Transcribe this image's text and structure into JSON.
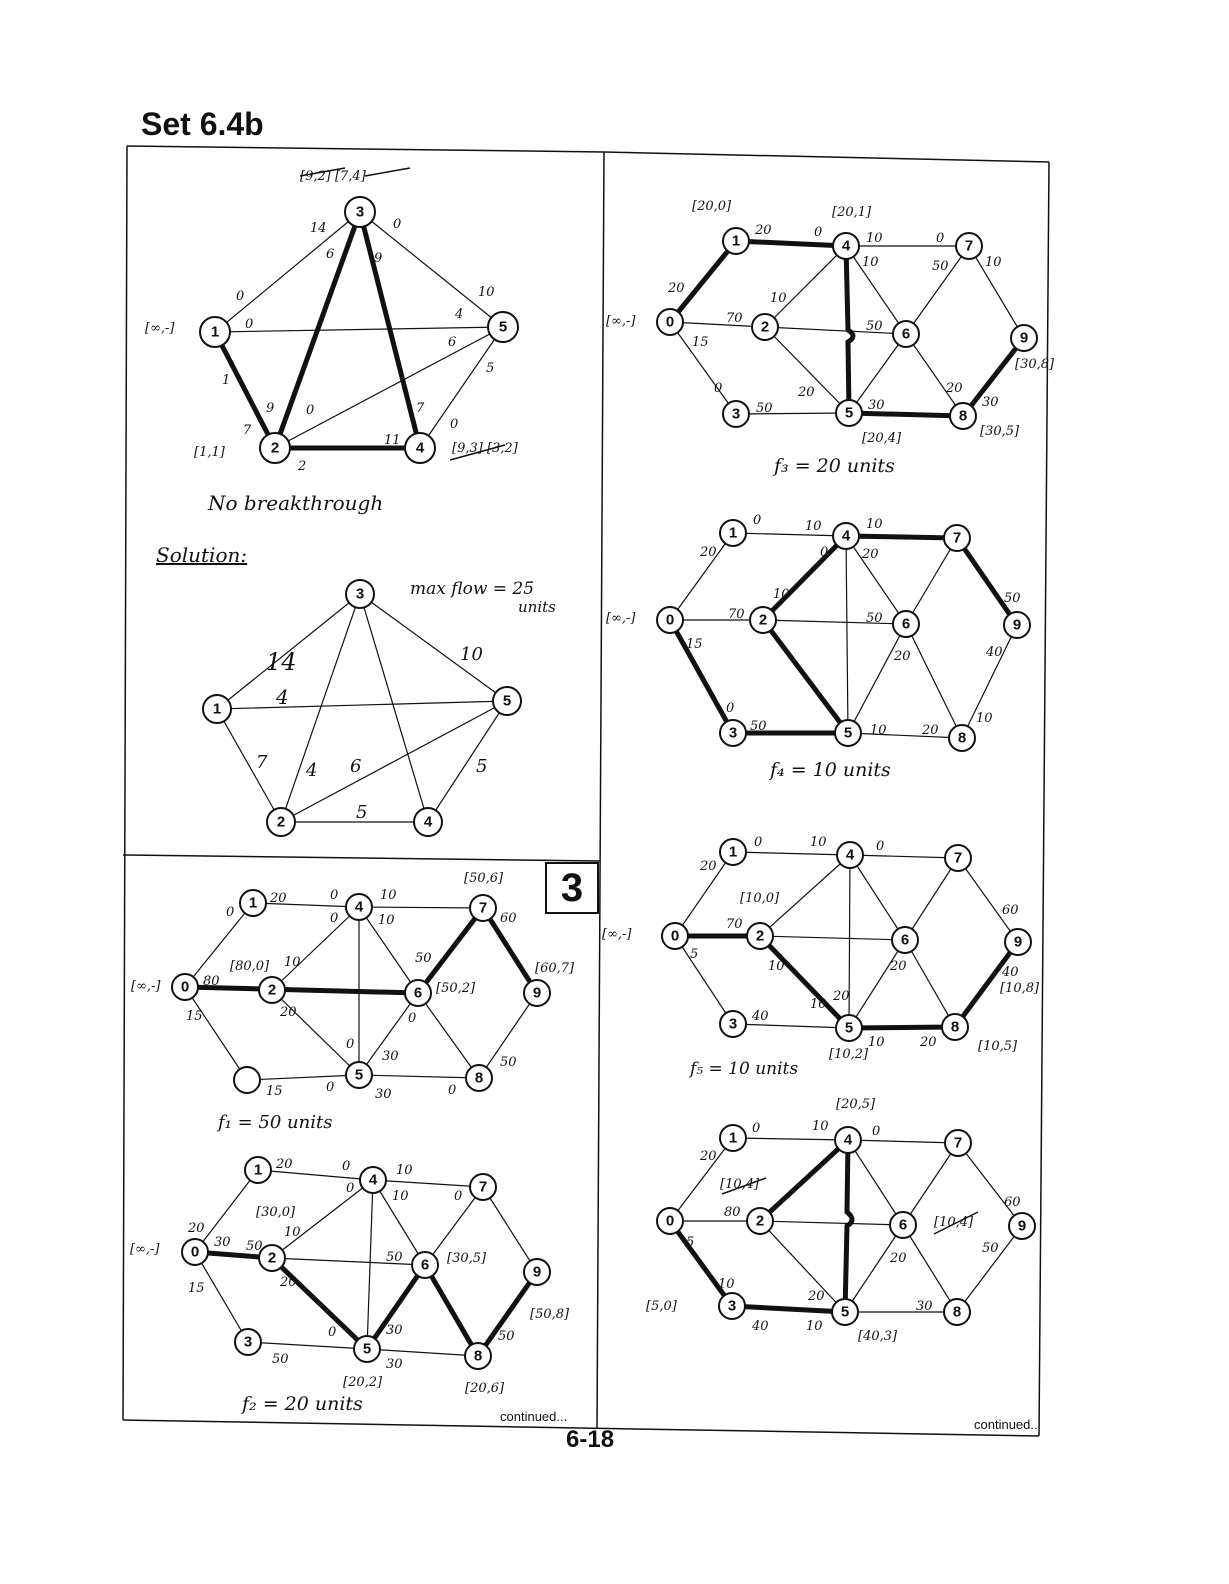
{
  "title": "Set 6.4b",
  "page_number": "6-18",
  "continued_left": "continued...",
  "continued_right": "continued...",
  "big_label": "3",
  "labels": {
    "no_breakthrough": "No breakthrough",
    "solution": "Solution:",
    "max_flow": "max flow = 25",
    "max_flow_units": "units",
    "f1": "f₁ = 50 units",
    "f2": "f₂ = 20 units",
    "f3": "f₃ = 20 units",
    "f4": "f₄ = 10 units",
    "f5": "f₅ = 10 units"
  },
  "diagrams": [
    {
      "id": "no-breakthrough",
      "nodes": [
        {
          "n": "1",
          "tag": "[∞,-]"
        },
        {
          "n": "2",
          "tag": "[1,1]"
        },
        {
          "n": "3",
          "tag": "[9,2] [7,4]",
          "struck": true
        },
        {
          "n": "4",
          "tag": "[9,3] [3,2]",
          "struck": true
        },
        {
          "n": "5",
          "tag": ""
        }
      ],
      "edge_labels": [
        "14",
        "0",
        "6",
        "9",
        "0",
        "10",
        "4",
        "0",
        "6",
        "5",
        "1",
        "9",
        "7",
        "0",
        "7",
        "11",
        "2",
        "0"
      ]
    },
    {
      "id": "solution",
      "nodes": [
        "1",
        "2",
        "3",
        "4",
        "5"
      ],
      "edge_labels": [
        "14",
        "4",
        "7",
        "10",
        "4",
        "6",
        "5",
        "5"
      ]
    },
    {
      "id": "f1",
      "tags": [
        "[50,6]",
        "[80,0]",
        "[60,7]",
        "[50,2]",
        "[∞,-]"
      ],
      "edge_labels": [
        "20",
        "0",
        "10",
        "0",
        "10",
        "80",
        "10",
        "50",
        "60",
        "0",
        "15",
        "20",
        "0",
        "0",
        "30",
        "15",
        "0",
        "30",
        "0",
        "50"
      ]
    },
    {
      "id": "f2",
      "tags": [
        "[30,0]",
        "[30,5]",
        "[50,8]",
        "[20,2]",
        "[20,6]",
        "[∞,-]"
      ],
      "edge_labels": [
        "20",
        "0",
        "10",
        "0",
        "10",
        "20",
        "30",
        "50",
        "10",
        "50",
        "0",
        "15",
        "20",
        "0",
        "30",
        "30",
        "50",
        "50"
      ]
    },
    {
      "id": "f3",
      "tags": [
        "[20,0]",
        "[20,1]",
        "[30,8]",
        "[30,5]",
        "[20,4]",
        "[∞,-]"
      ],
      "edge_labels": [
        "20",
        "0",
        "10",
        "0",
        "10",
        "50",
        "20",
        "10",
        "70",
        "50",
        "15",
        "20",
        "0",
        "50",
        "30",
        "20",
        "30",
        "10"
      ]
    },
    {
      "id": "f4",
      "tags": [
        "[∞,-]"
      ],
      "edge_labels": [
        "0",
        "20",
        "10",
        "0",
        "10",
        "20",
        "10",
        "70",
        "50",
        "15",
        "50",
        "20",
        "40",
        "0",
        "50",
        "10",
        "20",
        "10"
      ]
    },
    {
      "id": "f5",
      "tags": [
        "[10,0]",
        "[10,8]",
        "[10,5]",
        "[10,2]",
        "[∞,-]"
      ],
      "edge_labels": [
        "0",
        "20",
        "10",
        "0",
        "70",
        "5",
        "10",
        "40",
        "10",
        "20",
        "20",
        "60",
        "40",
        "10",
        "20"
      ]
    },
    {
      "id": "f6",
      "tags": [
        "[20,5]",
        "[10,4]",
        "[10,4]",
        "[5,0]",
        "[40,3]"
      ],
      "edge_labels": [
        "0",
        "20",
        "10",
        "0",
        "80",
        "5",
        "10",
        "40",
        "10",
        "20",
        "30",
        "60",
        "50",
        "20"
      ]
    }
  ]
}
